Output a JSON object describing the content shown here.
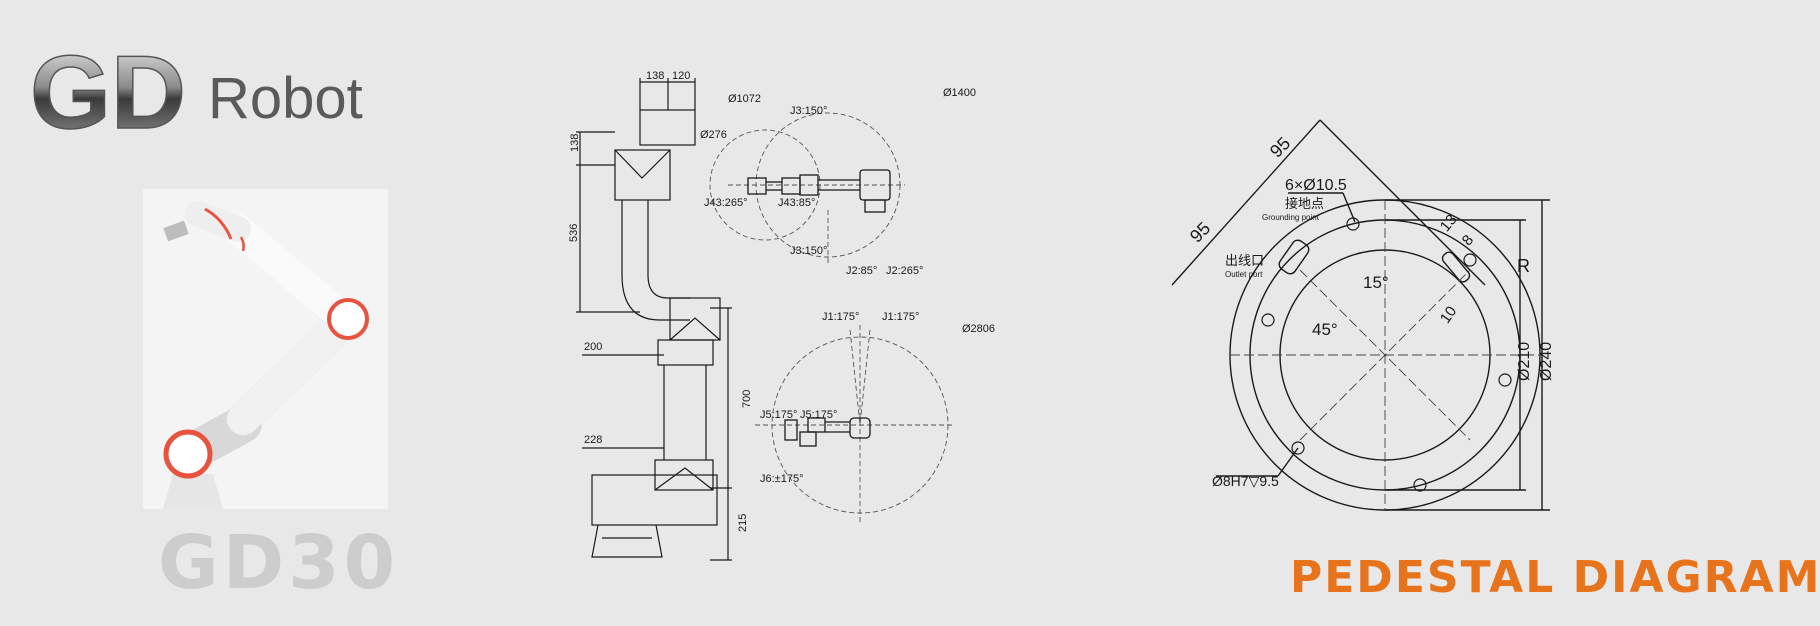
{
  "brand": {
    "mark": "GD",
    "word": "Robot"
  },
  "product": {
    "model": "GD30"
  },
  "caption": "PEDESTAL DIAGRAM",
  "colors": {
    "accent": "#e8731d",
    "robot_ring": "#e8533f",
    "line": "#1a1a1a",
    "background": "#e8e8e8"
  },
  "dimensions": {
    "top_a": "138",
    "top_b": "120",
    "side_upper": "138",
    "side_mid": "536",
    "offset_200": "200",
    "offset_228": "228",
    "side_lower": "700",
    "base": "215"
  },
  "top_view": {
    "d1072": "Ø1072",
    "d276": "Ø276",
    "d1400": "Ø1400",
    "j3_top": "J3:150°",
    "j43a": "J43:265°",
    "j43b": "J43:85°",
    "j3_bottom": "J3:150°",
    "j2a": "J2:85°",
    "j2b": "J2:265°"
  },
  "bottom_view": {
    "j1a": "J1:175°",
    "j1b": "J1:175°",
    "d2806": "Ø2806",
    "j5a": "J5:175°",
    "j5b": "J5:175°",
    "j6": "J6:±175°"
  },
  "pedestal": {
    "dim_95_a": "95",
    "dim_95_b": "95",
    "holes": "6×Ø10.5",
    "ground_cn": "接地点",
    "ground_en": "Grounding point",
    "outlet_cn": "出线口",
    "outlet_en": "Outlet port",
    "dim_13": "13",
    "dim_8": "8",
    "r": "R",
    "ang15": "15°",
    "ang45": "45°",
    "dim_10": "10",
    "d210": "Ø210",
    "d240": "Ø240",
    "pin": "Ø8H7▽9.5"
  }
}
